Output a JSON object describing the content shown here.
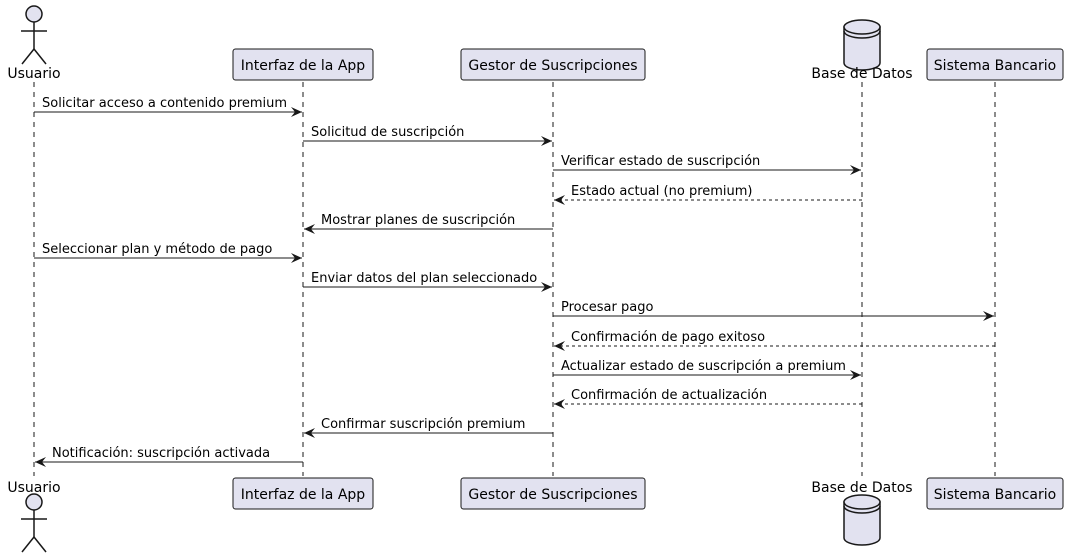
{
  "participants": [
    {
      "id": "usuario",
      "label": "Usuario",
      "kind": "actor"
    },
    {
      "id": "interfaz",
      "label": "Interfaz de la App",
      "kind": "participant"
    },
    {
      "id": "gestor",
      "label": "Gestor de Suscripciones",
      "kind": "participant"
    },
    {
      "id": "bd",
      "label": "Base de Datos",
      "kind": "database"
    },
    {
      "id": "banco",
      "label": "Sistema Bancario",
      "kind": "participant"
    }
  ],
  "messages": [
    {
      "from": "usuario",
      "to": "interfaz",
      "label": "Solicitar acceso a contenido premium",
      "style": "solid"
    },
    {
      "from": "interfaz",
      "to": "gestor",
      "label": "Solicitud de suscripción",
      "style": "solid"
    },
    {
      "from": "gestor",
      "to": "bd",
      "label": "Verificar estado de suscripción",
      "style": "solid"
    },
    {
      "from": "bd",
      "to": "gestor",
      "label": "Estado actual (no premium)",
      "style": "dashed"
    },
    {
      "from": "gestor",
      "to": "interfaz",
      "label": "Mostrar planes de suscripción",
      "style": "solid"
    },
    {
      "from": "usuario",
      "to": "interfaz",
      "label": "Seleccionar plan y método de pago",
      "style": "solid"
    },
    {
      "from": "interfaz",
      "to": "gestor",
      "label": "Enviar datos del plan seleccionado",
      "style": "solid"
    },
    {
      "from": "gestor",
      "to": "banco",
      "label": "Procesar pago",
      "style": "solid"
    },
    {
      "from": "banco",
      "to": "gestor",
      "label": "Confirmación de pago exitoso",
      "style": "dashed"
    },
    {
      "from": "gestor",
      "to": "bd",
      "label": "Actualizar estado de suscripción a premium",
      "style": "solid"
    },
    {
      "from": "bd",
      "to": "gestor",
      "label": "Confirmación de actualización",
      "style": "dashed"
    },
    {
      "from": "gestor",
      "to": "interfaz",
      "label": "Confirmar suscripción premium",
      "style": "solid"
    },
    {
      "from": "interfaz",
      "to": "usuario",
      "label": "Notificación: suscripción activada",
      "style": "solid"
    }
  ],
  "colors": {
    "box_fill": "#e2e2f0",
    "box_stroke": "#181818",
    "lifeline": "#181818",
    "arrow": "#181818"
  }
}
